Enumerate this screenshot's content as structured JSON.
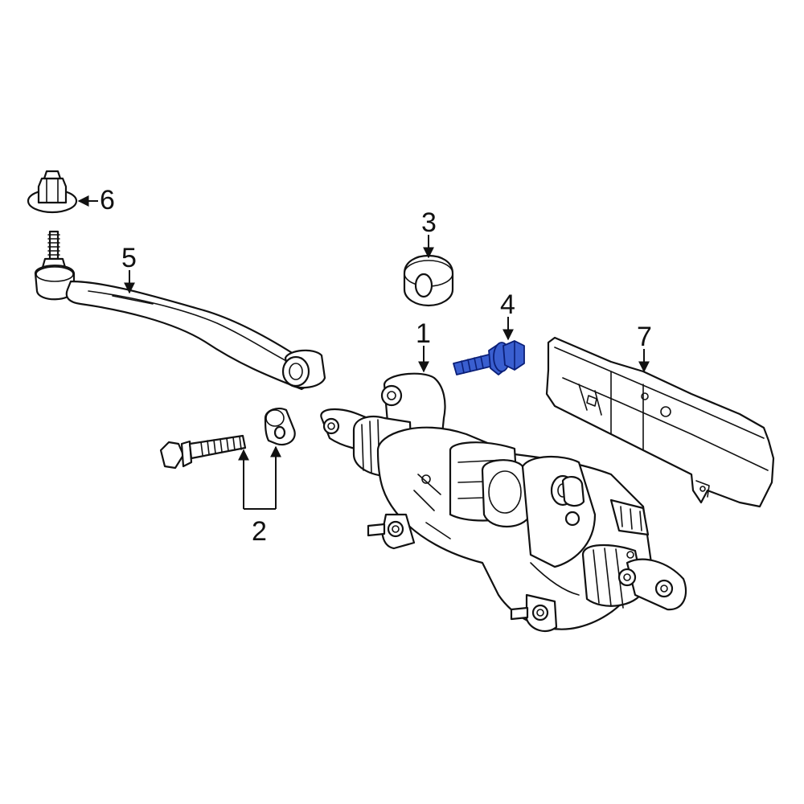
{
  "highlight_color": "#3a5fd0",
  "callouts": {
    "c1": "1",
    "c2": "2",
    "c3": "3",
    "c4": "4",
    "c5": "5",
    "c6": "6",
    "c7": "7"
  }
}
